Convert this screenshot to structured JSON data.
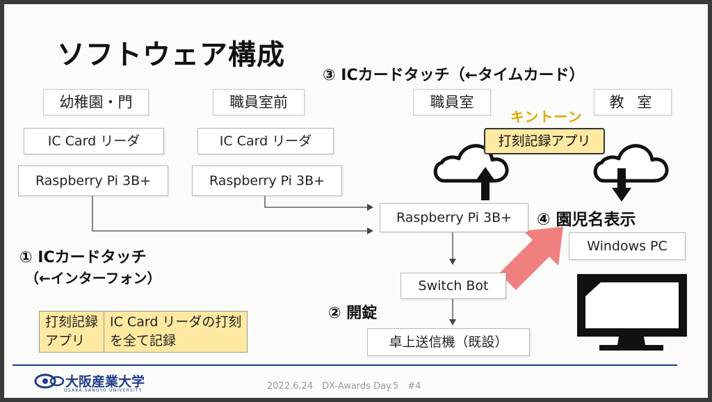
{
  "title": "ソフトウェア構成",
  "locations": [
    "幼稚園・門",
    "職員室前",
    "職員室",
    "教 室"
  ],
  "heading3": "③ ICカードタッチ（←タイムカード）",
  "kintone": "キントーン",
  "cloud_app": "打刻記録アプリ",
  "reader1": "IC Card リーダ",
  "reader2": "IC Card リーダ",
  "pi1": "Raspberry Pi 3B+",
  "pi2": "Raspberry Pi 3B+",
  "pi_main": "Raspberry Pi 3B+",
  "heading4": "④ 園児名表示",
  "windows_pc": "Windows PC",
  "heading1_line1": "① ICカードタッチ",
  "heading1_line2": "（←インターフォン）",
  "switchbot": "Switch Bot",
  "heading2": "② 開錠",
  "transmitter": "卓上送信機（既設）",
  "legend": {
    "left_line1": "打刻記録",
    "left_line2": "アプリ",
    "right_line1": "IC Card リーダの打刻",
    "right_line2": "を全て記録"
  },
  "footer": {
    "logo": "大阪産業大学",
    "logo_sub": "OSAKA SANGYO UNIVERSITY",
    "info": "2022.6.24　DX-Awards Day.5　#4"
  },
  "colors": {
    "accent": "#f08080",
    "app_fill": "#fde9a2",
    "kintone": "#e3a800",
    "footer_line": "#1f3b8a"
  }
}
